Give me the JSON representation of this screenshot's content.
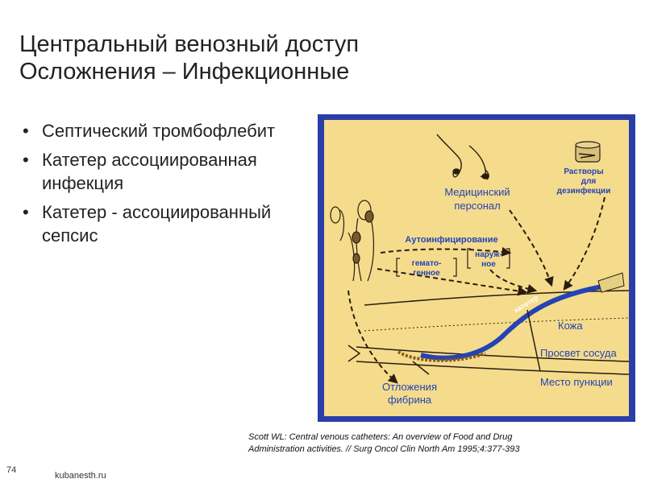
{
  "slide": {
    "title_line1": "Центральный венозный доступ",
    "title_line2": "Осложнения – Инфекционные",
    "bullets": [
      "Септический тромбофлебит",
      "Катетер ассоциированная инфекция",
      "Катетер - ассоциированный сепсис"
    ],
    "citation_line1": "Scott WL: Central venous catheters: An overview of Food and Drug",
    "citation_line2": "Administration activities. // Surg Oncol Clin North Am 1995;4:377-393",
    "slide_number": "74",
    "site": "kubanesth.ru"
  },
  "figure": {
    "labels": {
      "medical_staff_line1": "Медицинский",
      "medical_staff_line2": "персонал",
      "disinfectants_line1": "Растворы",
      "disinfectants_line2": "для",
      "disinfectants_line3": "дезинфекции",
      "autoinfection": "Аутоинфицирование",
      "hematogenous_line1": "гемато-",
      "hematogenous_line2": "генное",
      "external_line1": "наруж-",
      "external_line2": "ное",
      "catheter": "катетер",
      "skin": "Кожа",
      "vessel_lumen": "Просвет сосуда",
      "fibrin_line1": "Отложения",
      "fibrin_line2": "фибрина",
      "puncture_site": "Место пункции"
    },
    "colors": {
      "frame": "#2a3ea8",
      "background": "#f4dc8c",
      "label_blue": "#2443b5",
      "ink": "#2a1c10",
      "catheter": "#2443b5"
    }
  }
}
